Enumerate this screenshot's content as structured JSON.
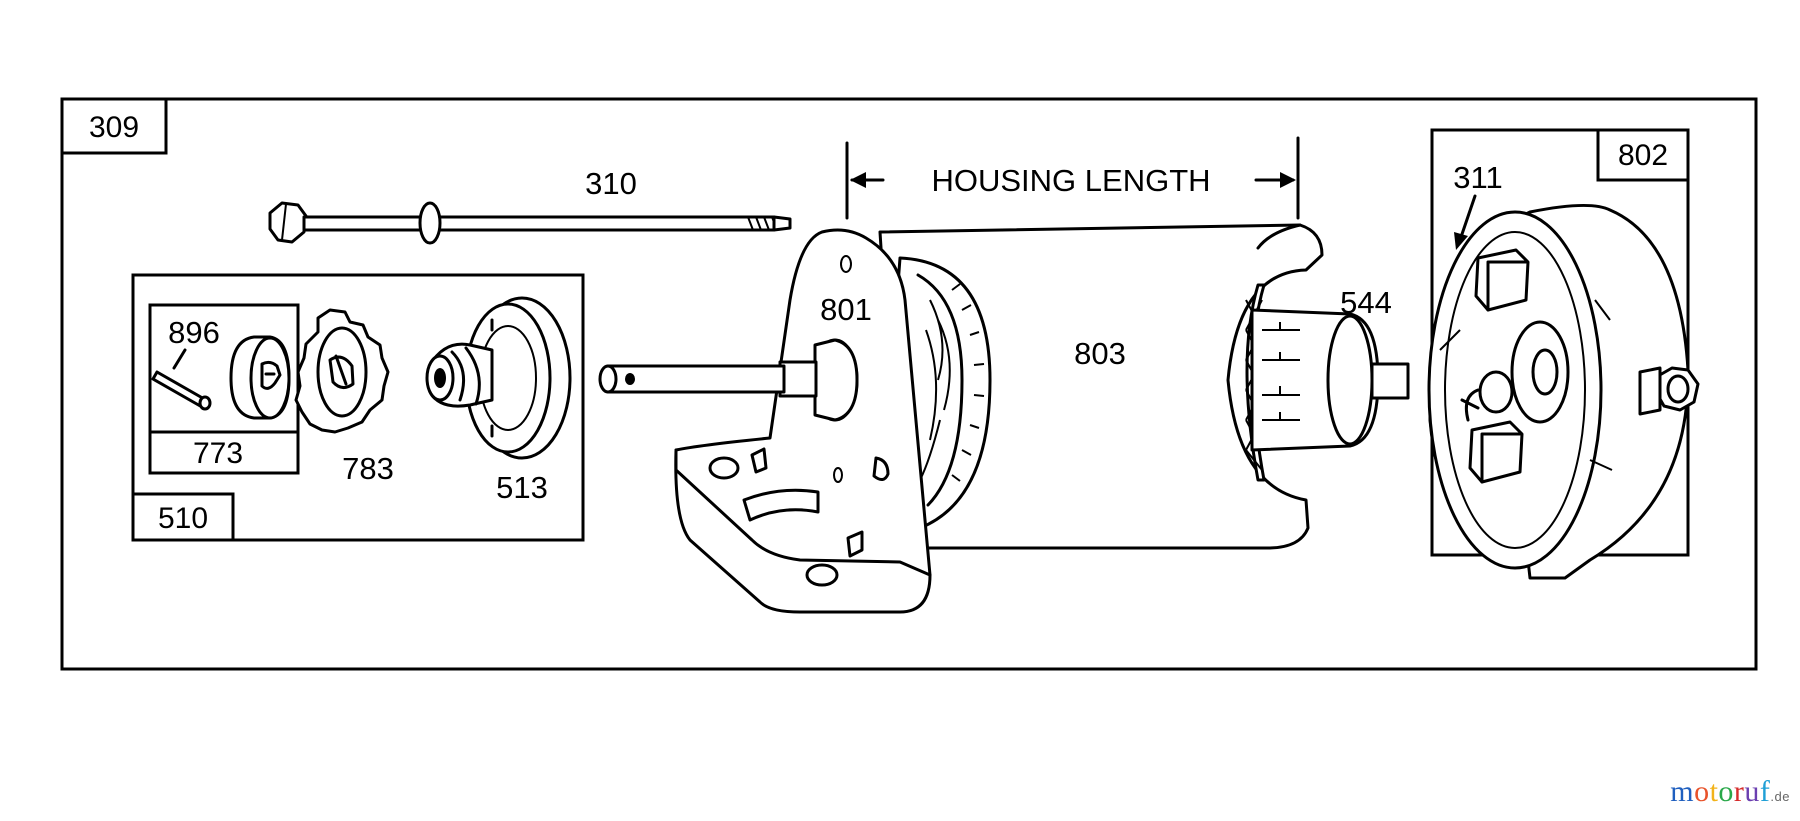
{
  "diagram": {
    "assembly_box_label": "309",
    "housing_length_label": "HOUSING LENGTH",
    "parts": {
      "p310": "310",
      "p801": "801",
      "p803": "803",
      "p544": "544",
      "p311": "311",
      "p802": "802",
      "p896": "896",
      "p773": "773",
      "p783": "783",
      "p513": "513",
      "p510": "510"
    }
  },
  "watermark": {
    "letters": [
      "m",
      "o",
      "t",
      "o",
      "r",
      "u",
      "f"
    ],
    "colors": [
      "#1f5fbf",
      "#e8532b",
      "#f2b31a",
      "#2aa84a",
      "#d62b2b",
      "#6b3fb0",
      "#1f9fd6"
    ],
    "suffix": ".de"
  }
}
